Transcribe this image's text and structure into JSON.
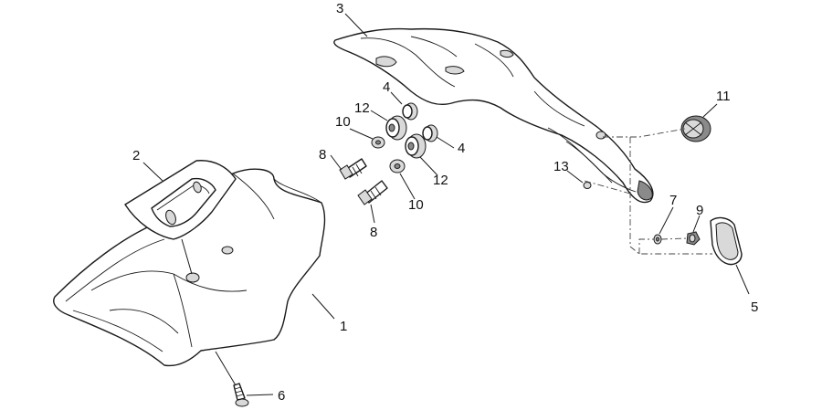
{
  "callouts": [
    {
      "id": "c1",
      "label": "1"
    },
    {
      "id": "c2",
      "label": "2"
    },
    {
      "id": "c3",
      "label": "3"
    },
    {
      "id": "c4a",
      "label": "4"
    },
    {
      "id": "c4b",
      "label": "4"
    },
    {
      "id": "c5",
      "label": "5"
    },
    {
      "id": "c6",
      "label": "6"
    },
    {
      "id": "c7",
      "label": "7"
    },
    {
      "id": "c8a",
      "label": "8"
    },
    {
      "id": "c8b",
      "label": "8"
    },
    {
      "id": "c9",
      "label": "9"
    },
    {
      "id": "c10a",
      "label": "10"
    },
    {
      "id": "c10b",
      "label": "10"
    },
    {
      "id": "c11",
      "label": "11"
    },
    {
      "id": "c12a",
      "label": "12"
    },
    {
      "id": "c12b",
      "label": "12"
    },
    {
      "id": "c13",
      "label": "13"
    }
  ]
}
